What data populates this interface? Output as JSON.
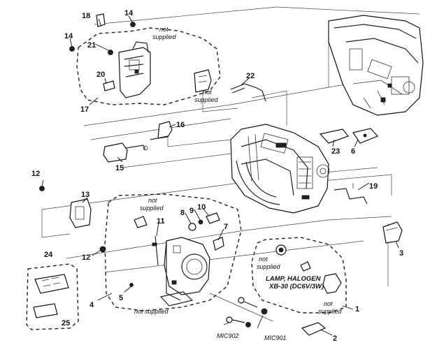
{
  "callouts": {
    "c1": "1",
    "c2": "2",
    "c3": "3",
    "c4": "4",
    "c5": "5",
    "c6": "6",
    "c7": "7",
    "c8": "8",
    "c9": "9",
    "c10": "10",
    "c11": "11",
    "c12a": "12",
    "c12b": "12",
    "c13": "13",
    "c14a": "14",
    "c14b": "14",
    "c15": "15",
    "c16": "16",
    "c17": "17",
    "c18": "18",
    "c19": "19",
    "c20": "20",
    "c21": "21",
    "c22": "22",
    "c23": "23",
    "c24": "24",
    "c25": "25"
  },
  "notes": {
    "not_supplied_1a": "not",
    "not_supplied_1b": "supplied",
    "not_supplied_2a": "not",
    "not_supplied_2b": "supplied",
    "not_supplied_3a": "not",
    "not_supplied_3b": "supplied",
    "not_supplied_4a": "not",
    "not_supplied_4b": "supplied",
    "not_supplied_5": "not supplied",
    "not_supplied_6a": "not",
    "not_supplied_6b": "supplied"
  },
  "lamp": {
    "line1": "LAMP, HALOGEN",
    "line2": "XB-30 (DC6V/3W)"
  },
  "mics": {
    "mic902": "MIC902",
    "mic901": "MIC901"
  }
}
